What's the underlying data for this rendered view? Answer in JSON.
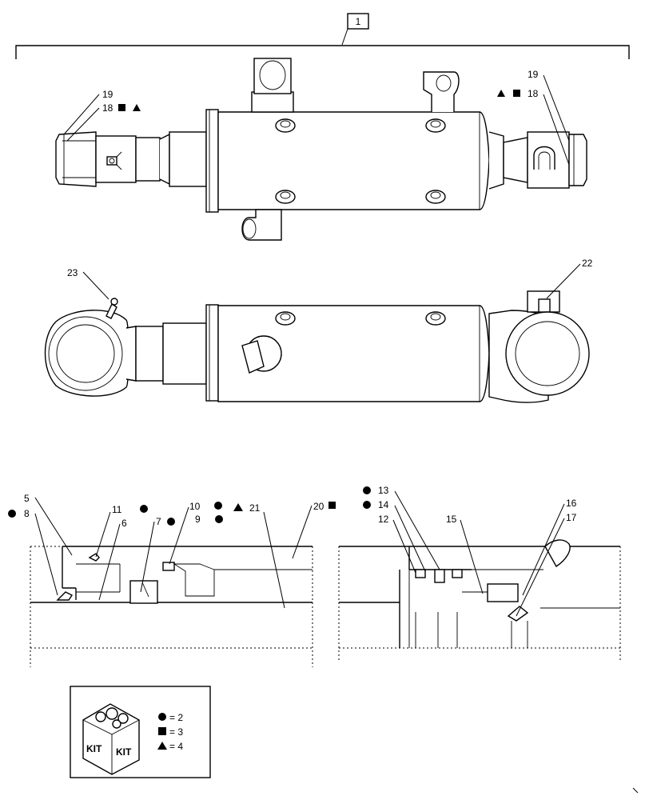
{
  "assembly_ref": "1",
  "callouts": {
    "c19_left": "19",
    "c18_left": "18",
    "c19_right": "19",
    "c18_right": "18",
    "c23": "23",
    "c22": "22",
    "c5": "5",
    "c8": "8",
    "c6": "6",
    "c11": "11",
    "c7": "7",
    "c10": "10",
    "c9": "9",
    "c21": "21",
    "c20": "20",
    "c13": "13",
    "c14": "14",
    "c12": "12",
    "c15": "15",
    "c16": "16",
    "c17": "17"
  },
  "kit_legend": {
    "box_label_1": "KIT",
    "box_label_2": "KIT",
    "circle_equals": "= 2",
    "square_equals": "= 3",
    "triangle_equals": "= 4"
  }
}
